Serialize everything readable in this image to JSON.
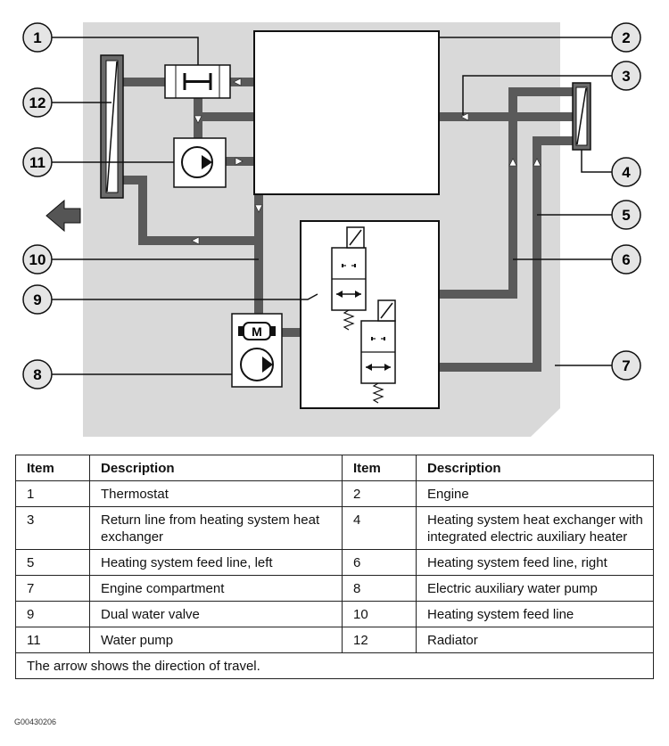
{
  "diagram": {
    "callouts": [
      "1",
      "2",
      "3",
      "4",
      "5",
      "6",
      "7",
      "8",
      "9",
      "10",
      "11",
      "12"
    ],
    "motor_label": "M"
  },
  "table": {
    "headers": [
      "Item",
      "Description",
      "Item",
      "Description"
    ],
    "rows": [
      [
        "1",
        "Thermostat",
        "2",
        "Engine"
      ],
      [
        "3",
        "Return line from heating system heat exchanger",
        "4",
        "Heating system heat exchanger with integrated electric auxiliary heater"
      ],
      [
        "5",
        "Heating system feed line, left",
        "6",
        "Heating system feed line, right"
      ],
      [
        "7",
        "Engine compartment",
        "8",
        "Electric auxiliary water pump"
      ],
      [
        "9",
        "Dual water valve",
        "10",
        "Heating system feed line"
      ],
      [
        "11",
        "Water pump",
        "12",
        "Radiator"
      ]
    ],
    "footer": "The arrow shows the direction of travel."
  },
  "figure_code": "G00430206",
  "colors": {
    "compartment": "#d9d9d9",
    "pipe": "#5a5a5a",
    "outline": "#111111"
  }
}
